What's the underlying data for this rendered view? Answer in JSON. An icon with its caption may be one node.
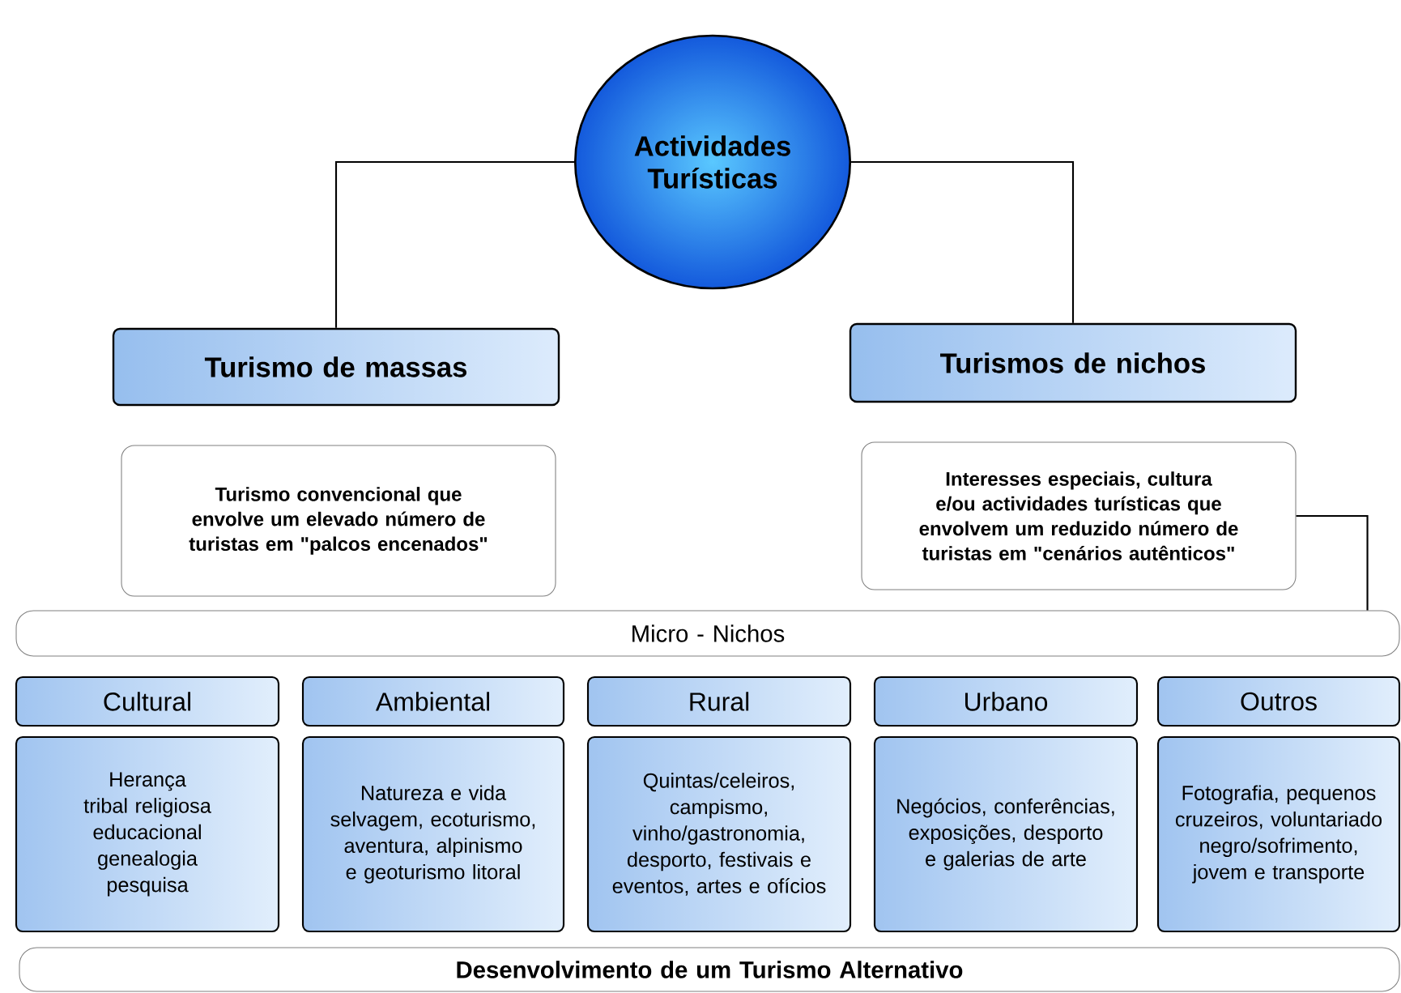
{
  "diagram": {
    "nodes": [
      {
        "text": [
          "Actividades Turísticas"
        ]
      },
      {
        "text": [
          "Turismo de massas"
        ]
      },
      {
        "text": [
          "Turismo convencional que envolve um elevado número de turistas em \"palcos encenados\""
        ]
      },
      {
        "text": [
          "Turismos de nichos"
        ]
      },
      {
        "text": [
          "Interesses especiais, cultura e/ou actividades turísticas que envolvem um reduzido número de turistas em \"cenários autênticos\""
        ]
      },
      {
        "text": [
          "Micro - Nichos"
        ]
      },
      {
        "text": [
          "Cultural"
        ]
      },
      {
        "text": [
          "Ambiental"
        ]
      },
      {
        "text": [
          "Rural"
        ]
      },
      {
        "text": [
          "Urbano"
        ]
      },
      {
        "text": [
          "Outros"
        ]
      },
      {
        "text": [
          "Herança tribal religiosa educacional genealogia pesquisa"
        ]
      },
      {
        "text": [
          "Natureza e vida selvagem, ecoturismo, aventura, alpinismo e geoturismo litoral"
        ]
      },
      {
        "text": [
          "Quintas/celeiros, campismo, vinho/gastronomia, desporto, festivais e eventos, artes e ofícios"
        ]
      },
      {
        "text": [
          "Negócios, conferências, exposições, desporto e galerias de arte"
        ]
      },
      {
        "text": [
          "Fotografia, pequenos cruzeiros, voluntariado negro/sofrimento, jovem e transporte"
        ]
      },
      {
        "text": [
          "Desenvolvimento de um Turismo Alternativo"
        ]
      }
    ],
    "edges": [
      {
        "from": 0,
        "to": 1,
        "arrow": "none"
      },
      {
        "from": 0,
        "to": 3,
        "arrow": "none"
      },
      {
        "from": 4,
        "to": 5,
        "arrow": "none"
      }
    ]
  }
}
